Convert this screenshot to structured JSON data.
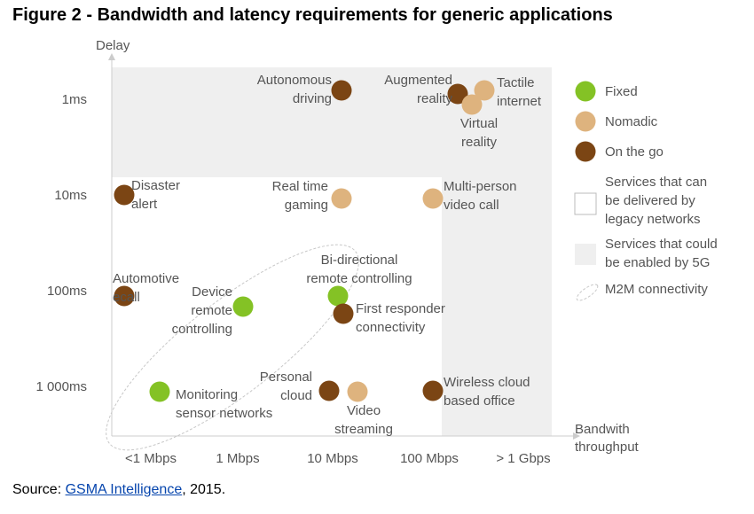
{
  "figure": {
    "title": "Figure 2 - Bandwidth and latency requirements for generic applications"
  },
  "source": {
    "prefix": "Source: ",
    "link_text": "GSMA Intelligence",
    "suffix": ", 2015."
  },
  "colors": {
    "fixed": "#84c225",
    "nomadic": "#deb37e",
    "on_the_go": "#7b4514",
    "region_5g": "#efefef",
    "axis": "#cccccc",
    "text": "#555555"
  },
  "chart_data": {
    "type": "scatter",
    "title": "Figure 2 - Bandwidth and latency requirements for generic applications",
    "xlabel": [
      "Bandwith",
      "throughput"
    ],
    "ylabel": "Delay",
    "x_ticks": [
      "<1 Mbps",
      "1 Mbps",
      "10 Mbps",
      "100 Mbps",
      "> 1 Gbps"
    ],
    "y_ticks": [
      "1ms",
      "10ms",
      "100ms",
      "1 000ms"
    ],
    "legend": {
      "position": "right",
      "items": [
        {
          "key": "fixed",
          "label": [
            "Fixed"
          ],
          "kind": "dot"
        },
        {
          "key": "nomadic",
          "label": [
            "Nomadic"
          ],
          "kind": "dot"
        },
        {
          "key": "on_the_go",
          "label": [
            "On the go"
          ],
          "kind": "dot"
        },
        {
          "key": "legacy",
          "label": [
            "Services that can",
            "be delivered by",
            "legacy networks"
          ],
          "kind": "box-outline"
        },
        {
          "key": "fiveg",
          "label": [
            "Services that could",
            "be enabled by 5G"
          ],
          "kind": "box-filled"
        },
        {
          "key": "m2m",
          "label": [
            "M2M connectivity"
          ],
          "kind": "ellipse"
        }
      ]
    },
    "regions_5g": [
      {
        "description": "latency 1ms for all throughputs"
      },
      {
        "description": "throughput above 100 Mbps for all latencies"
      }
    ],
    "points": [
      {
        "label": [
          "Autonomous",
          "driving"
        ],
        "category": "on_the_go",
        "x": "10 Mbps",
        "y": "1ms"
      },
      {
        "label": [
          "Augmented",
          "reality"
        ],
        "category": "on_the_go",
        "x": "100 Mbps",
        "y": "1ms"
      },
      {
        "label": [
          "Tactile",
          "internet"
        ],
        "category": "nomadic",
        "x": "> 1 Gbps",
        "y": "1ms"
      },
      {
        "label": [
          "Virtual",
          "reality"
        ],
        "category": "nomadic",
        "x": "100 Mbps",
        "y": "1ms"
      },
      {
        "label": [
          "Disaster",
          "alert"
        ],
        "category": "on_the_go",
        "x": "<1 Mbps",
        "y": "10ms"
      },
      {
        "label": [
          "Real time",
          "gaming"
        ],
        "category": "nomadic",
        "x": "10 Mbps",
        "y": "10ms"
      },
      {
        "label": [
          "Multi-person",
          "video call"
        ],
        "category": "nomadic",
        "x": "100 Mbps",
        "y": "10ms"
      },
      {
        "label": [
          "Automotive",
          "ecall"
        ],
        "category": "on_the_go",
        "x": "<1 Mbps",
        "y": "100ms"
      },
      {
        "label": [
          "Device",
          "remote",
          "controlling"
        ],
        "category": "fixed",
        "x": "1 Mbps",
        "y": "100ms"
      },
      {
        "label": [
          "Bi-directional",
          "remote controlling"
        ],
        "category": "fixed",
        "x": "10 Mbps",
        "y": "100ms"
      },
      {
        "label": [
          "First responder",
          "connectivity"
        ],
        "category": "on_the_go",
        "x": "10 Mbps",
        "y": "100ms"
      },
      {
        "label": [
          "Monitoring",
          "sensor networks"
        ],
        "category": "fixed",
        "x": "<1 Mbps",
        "y": "1 000ms"
      },
      {
        "label": [
          "Personal",
          "cloud"
        ],
        "category": "on_the_go",
        "x": "10 Mbps",
        "y": "1 000ms"
      },
      {
        "label": [
          "Video",
          "streaming"
        ],
        "category": "nomadic",
        "x": "10 Mbps",
        "y": "1 000ms"
      },
      {
        "label": [
          "Wireless cloud",
          "based office"
        ],
        "category": "on_the_go",
        "x": "100 Mbps",
        "y": "1 000ms"
      }
    ]
  }
}
